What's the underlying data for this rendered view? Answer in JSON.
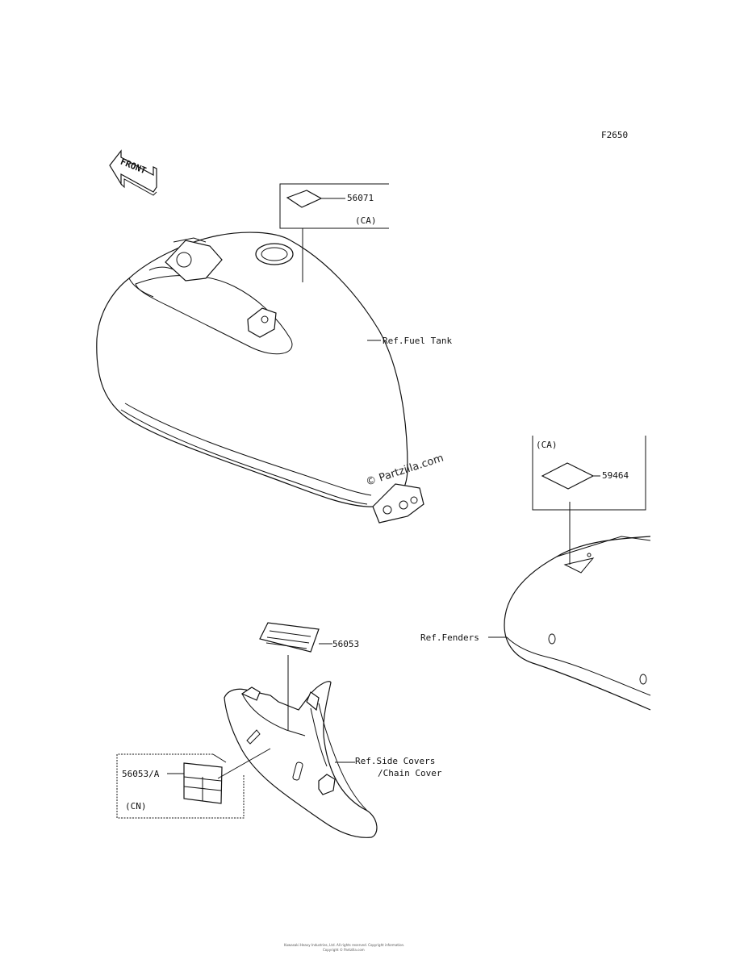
{
  "figure_code": "F2650",
  "front_arrow": "FRONT",
  "watermark": "© Partzilla.com",
  "fuel_tank": {
    "ref_label": "Ref.Fuel Tank",
    "part_number": "56071",
    "region": "(CA)"
  },
  "fenders": {
    "ref_label": "Ref.Fenders",
    "part_number": "59464",
    "region": "(CA)"
  },
  "side_covers": {
    "ref_label_line1": "Ref.Side Covers",
    "ref_label_line2": "/Chain Cover",
    "part_number": "56053",
    "alt_part_number": "56053/A",
    "alt_region": "(CN)"
  },
  "footer": {
    "line1": "Kawasaki Heavy Industries, Ltd. All rights reserved. Copyright information.",
    "line2": "Copyright © Partzilla.com"
  },
  "colors": {
    "ink": "#111111",
    "background": "#ffffff"
  }
}
